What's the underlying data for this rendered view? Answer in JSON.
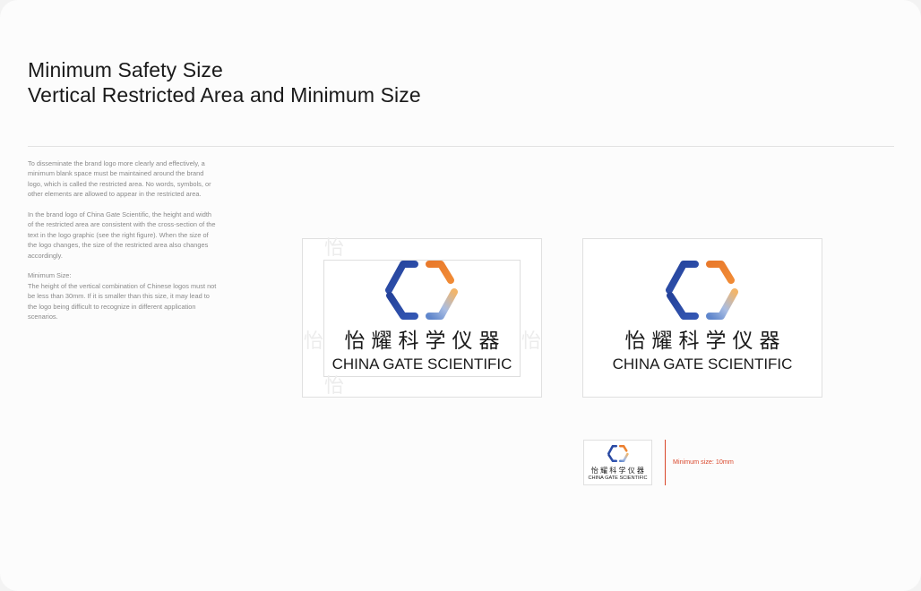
{
  "title": {
    "line1": "Minimum Safety Size",
    "line2": "Vertical Restricted Area and Minimum Size"
  },
  "body": {
    "paragraph1": "To disseminate the brand logo more clearly and effectively, a minimum blank space must be maintained around the brand logo, which is called the restricted area. No words, symbols, or other elements are allowed to appear in the restricted area.",
    "paragraph2": "In the brand logo of China Gate Scientific, the height and width of the restricted area are consistent with the cross-section of the text in the logo graphic (see the right figure). When the size of the logo changes, the size of the restricted area also changes accordingly.",
    "min_size_title": "Minimum Size:",
    "paragraph3": "The height of the vertical combination of Chinese logos must not be less than 30mm. If it is smaller than this size, it may lead to the logo being difficult to recognize in different application scenarios."
  },
  "logo": {
    "chinese_name": "怡耀科学仪器",
    "english_name": "CHINA GATE SCIENTIFIC",
    "restricted_unit_char": "怡",
    "colors": {
      "blue_dark": "#24429a",
      "blue_light": "#93b1dd",
      "orange": "#e97a2c",
      "orange_light": "#f2b56a",
      "text": "#1a1a1a"
    }
  },
  "minimum_size": {
    "label": "Minimum size: 10mm",
    "color": "#d9472b"
  }
}
